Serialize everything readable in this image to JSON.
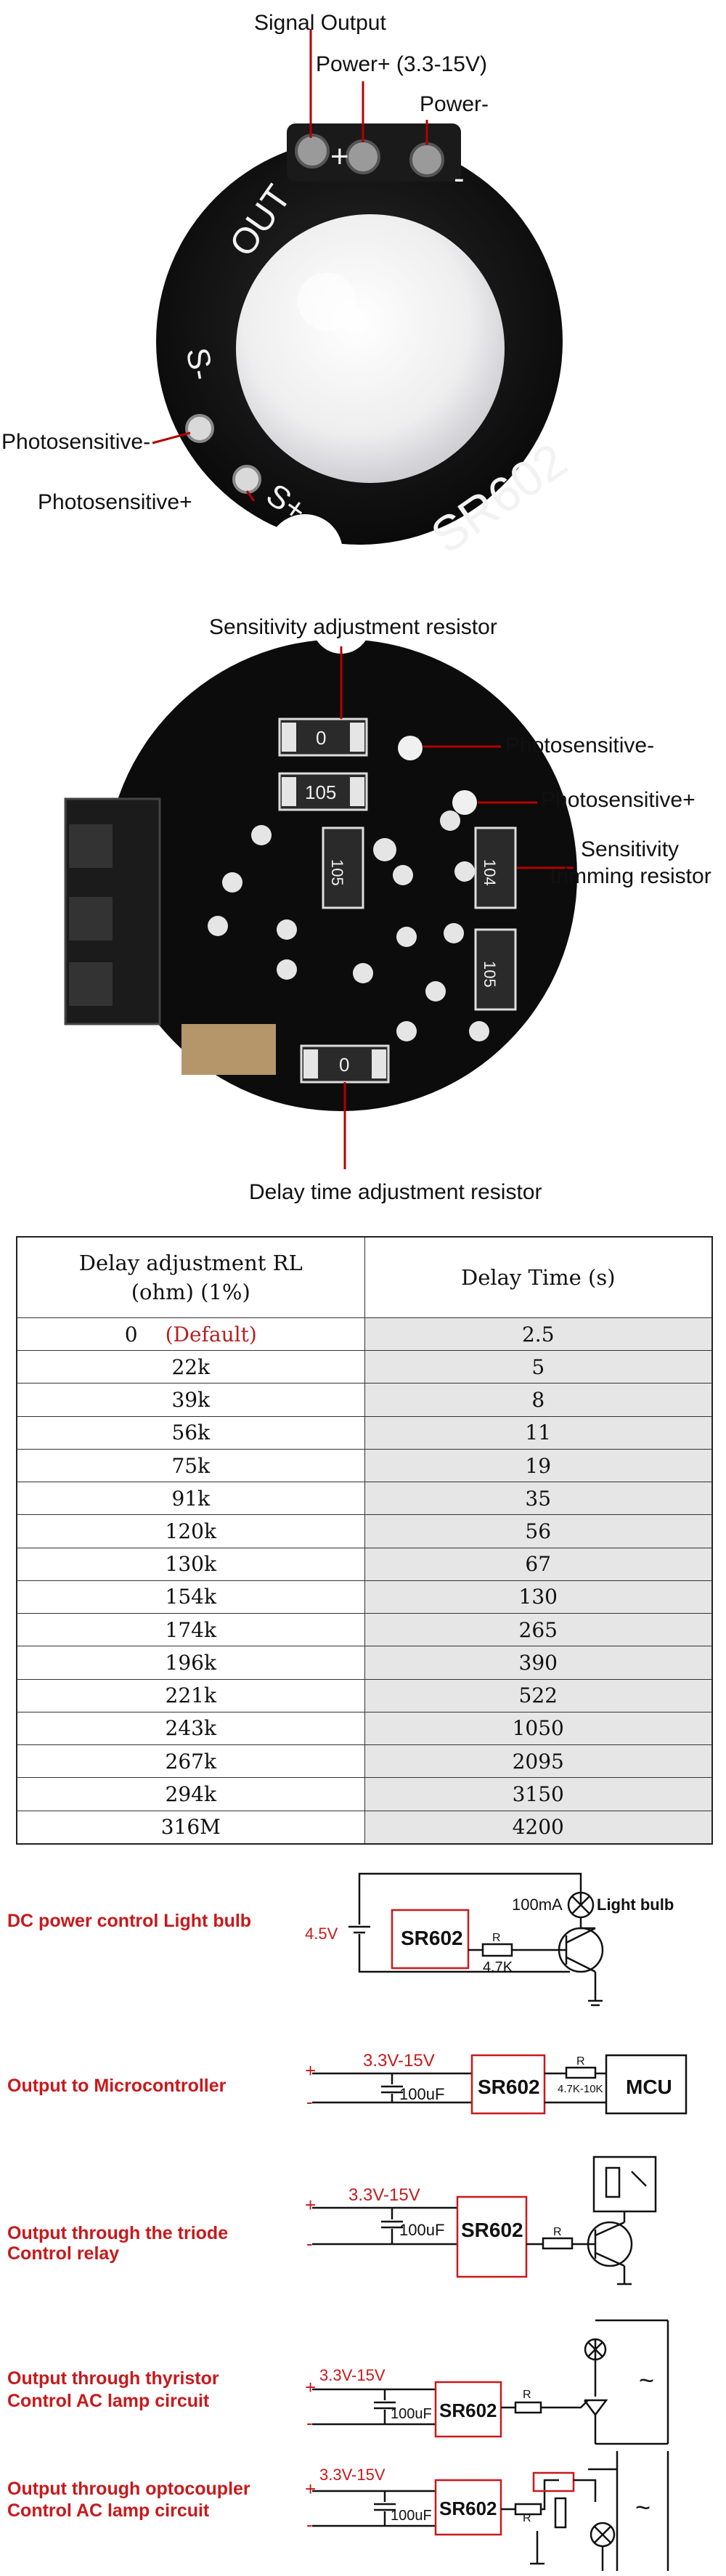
{
  "module_photo": {
    "labels": {
      "signal_output": "Signal Output",
      "power_plus": "Power+ (3.3-15V)",
      "power_minus": "Power-",
      "photosensitive_minus": "Photosensitive-",
      "photosensitive_plus": "Photosensitive+"
    },
    "silkscreen": {
      "out": "OUT",
      "model": "SR602",
      "s_minus": "S-",
      "s_plus": "S+",
      "plus": "+",
      "minus": "-"
    }
  },
  "back_photo": {
    "labels": {
      "sensitivity_adj": "Sensitivity adjustment resistor",
      "photosensitive_minus": "Photosensitive-",
      "photosensitive_plus": "Photosensitive+",
      "sensitivity_trim_1": "Sensitivity",
      "sensitivity_trim_2": "trimming resistor",
      "delay_adj": "Delay time adjustment resistor"
    },
    "smd_codes": {
      "c0a": "0",
      "c105": "105",
      "c105b": "105",
      "c104": "104",
      "c105c": "105",
      "c0b": "0"
    }
  },
  "delay_table": {
    "header_left_1": "Delay adjustment  RL",
    "header_left_2": "(ohm) (1%)",
    "header_right": "Delay Time (s)",
    "default_note": "(Default)",
    "rows": [
      {
        "rl": "0",
        "t": "2.5"
      },
      {
        "rl": "22k",
        "t": "5"
      },
      {
        "rl": "39k",
        "t": "8"
      },
      {
        "rl": "56k",
        "t": "11"
      },
      {
        "rl": "75k",
        "t": "19"
      },
      {
        "rl": "91k",
        "t": "35"
      },
      {
        "rl": "120k",
        "t": "56"
      },
      {
        "rl": "130k",
        "t": "67"
      },
      {
        "rl": "154k",
        "t": "130"
      },
      {
        "rl": "174k",
        "t": "265"
      },
      {
        "rl": "196k",
        "t": "390"
      },
      {
        "rl": "221k",
        "t": "522"
      },
      {
        "rl": "243k",
        "t": "1050"
      },
      {
        "rl": "267k",
        "t": "2095"
      },
      {
        "rl": "294k",
        "t": "3150"
      },
      {
        "rl": "316M",
        "t": "4200"
      }
    ]
  },
  "circuits": {
    "c1": {
      "title": "DC power control Light bulb",
      "voltage": "4.5V",
      "module": "SR602",
      "resistor": "4.7K",
      "current": "100mA",
      "lamp": "Light bulb",
      "r_label": "R"
    },
    "c2": {
      "title": "Output to Microcontroller",
      "voltage": "3.3V-15V",
      "cap": "100uF",
      "module": "SR602",
      "r_label": "R",
      "r_value": "4.7K-10K",
      "mcu": "MCU",
      "plus": "+",
      "minus": "-"
    },
    "c3": {
      "title_1": "Output through the triode",
      "title_2": "Control relay",
      "voltage": "3.3V-15V",
      "cap": "100uF",
      "module": "SR602",
      "r_label": "R",
      "plus": "+",
      "minus": "-"
    },
    "c4": {
      "title_1": "Output through thyristor",
      "title_2": "Control AC lamp circuit",
      "voltage": "3.3V-15V",
      "cap": "100uF",
      "module": "SR602",
      "r_label": "R",
      "ac": "~",
      "plus": "+",
      "minus": "-"
    },
    "c5": {
      "title_1": "Output through optocoupler",
      "title_2": "Control AC lamp circuit",
      "voltage": "3.3V-15V",
      "cap": "100uF",
      "module": "SR602",
      "r_label": "R",
      "ac": "~",
      "plus": "+",
      "minus": "-"
    }
  },
  "colors": {
    "red_label": "#c8191c",
    "pcb": "#111111",
    "table_shade": "#e6e6e6"
  }
}
